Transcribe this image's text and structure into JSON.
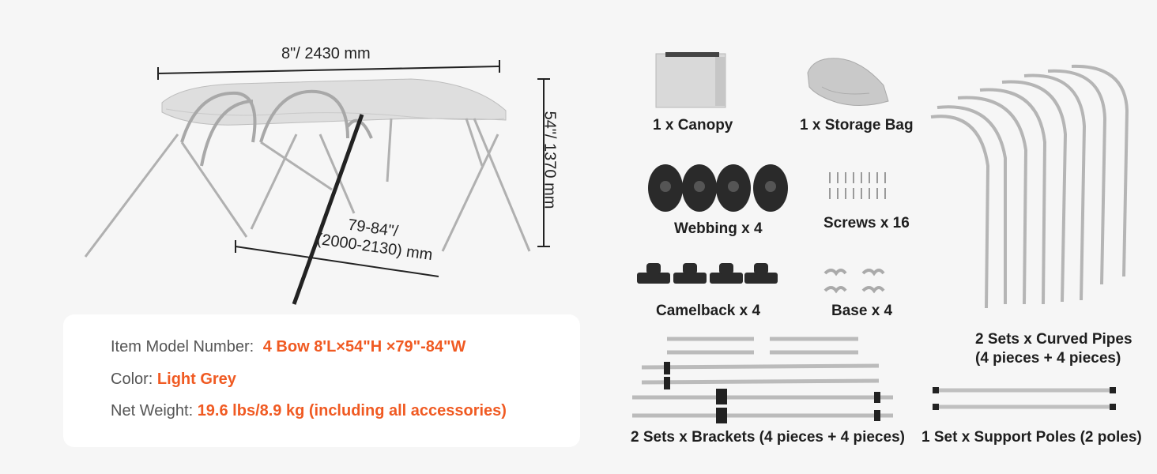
{
  "dimensions": {
    "length": "8\"/ 2430 mm",
    "height": "54\"/ 1370 mm",
    "width_line1": "79-84\"/",
    "width_line2": "(2000-2130) mm"
  },
  "specs": {
    "model_label": "Item Model Number:",
    "model_value": "4 Bow  8'L×54\"H ×79\"-84\"W",
    "color_label": "Color:",
    "color_value": "Light Grey",
    "weight_label": "Net Weight:",
    "weight_value": "19.6 lbs/8.9 kg (including all accessories)"
  },
  "parts": {
    "canopy": "1 x Canopy",
    "storage_bag": "1 x Storage Bag",
    "webbing": "Webbing x 4",
    "screws": "Screws x 16",
    "camelback": "Camelback x 4",
    "base": "Base x 4",
    "curved_line1": "2 Sets x Curved Pipes",
    "curved_line2": "(4 pieces + 4 pieces)",
    "brackets": "2 Sets x Brackets (4 pieces + 4 pieces)",
    "support_poles": "1 Set x Support Poles (2 poles)"
  },
  "colors": {
    "accent": "#f05a22",
    "background": "#f6f6f6",
    "canopy": "#dcdcdc"
  }
}
